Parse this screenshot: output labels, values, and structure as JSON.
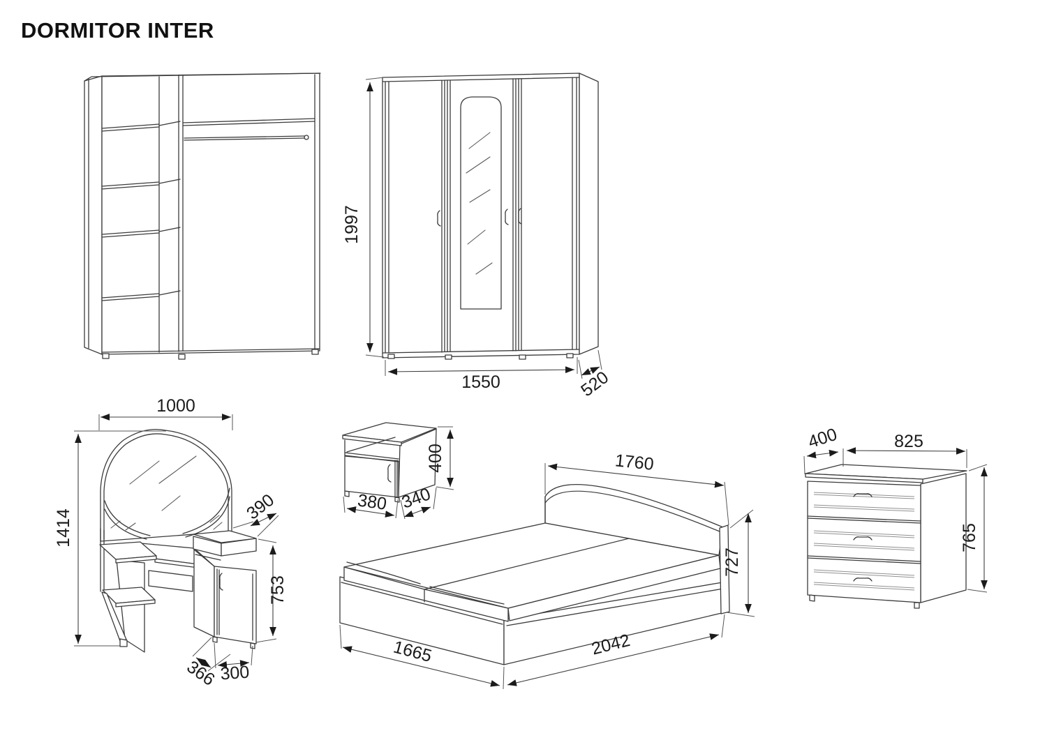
{
  "title": "DORMITOR INTER",
  "furniture": {
    "wardrobe_front": {
      "height_mm": "1997",
      "width_mm": "1550",
      "depth_mm": "520"
    },
    "vanity": {
      "width_mm": "1000",
      "height_mm": "1414",
      "top_depth_mm": "390",
      "cabinet_height_mm": "753",
      "depth_mm": "366",
      "cabinet_width_mm": "300"
    },
    "nightstand": {
      "width_mm": "380",
      "depth_mm": "340",
      "height_mm": "400"
    },
    "bed": {
      "headboard_width_mm": "1760",
      "headboard_height_mm": "727",
      "width_mm": "1665",
      "length_mm": "2042"
    },
    "dresser": {
      "depth_mm": "400",
      "width_mm": "825",
      "height_mm": "765"
    }
  }
}
